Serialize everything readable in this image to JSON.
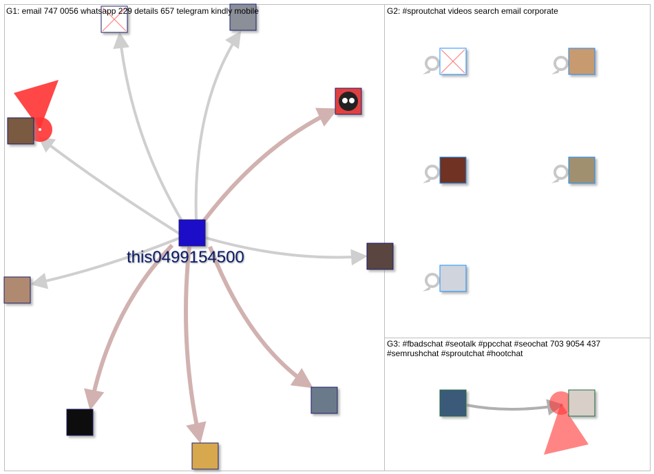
{
  "groups": [
    {
      "label": "G1: email 747 0056 whatsapp 229 details 657 telegram kindly mobile"
    },
    {
      "label": "G2: #sproutchat videos search email corporate"
    },
    {
      "label": "G3: #fbadschat #seotalk #ppcchat #seochat 703 9054 437 #semrushchat #sproutchat #hootchat"
    }
  ],
  "center_node": {
    "label": "this0499154500"
  },
  "colors": {
    "gray_edge": "#cfcfcf",
    "brown_edge": "#d1b2b0",
    "highlight": "#ff3333",
    "g1_border": "#1a1a6a",
    "g2_border": "#1e90ff",
    "g3_border": "#1a6a3a"
  }
}
